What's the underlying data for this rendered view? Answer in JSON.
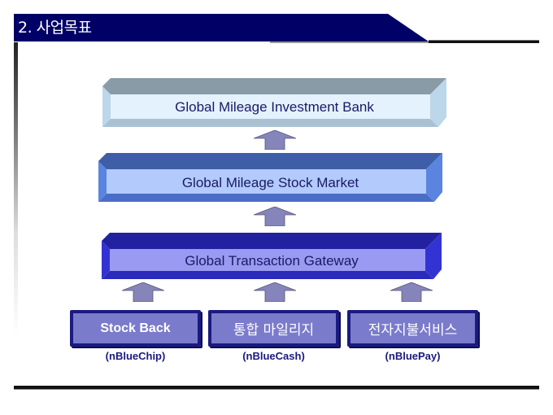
{
  "header": {
    "title": "2. 사업목표",
    "bar_color": "#000066"
  },
  "diagram": {
    "tiers": [
      {
        "label": "Global Mileage Investment Bank",
        "face": "#e3f2fd",
        "top": "#8a9ba8",
        "left": "#bcd6ea",
        "right": "#bcd6ea",
        "bottom": "#a9c1d3"
      },
      {
        "label": "Global Mileage Stock Market",
        "face": "#b3cafc",
        "top": "#3f5ea8",
        "left": "#5a84e0",
        "right": "#5a84e0",
        "bottom": "#4a6ec8"
      },
      {
        "label": "Global Transaction Gateway",
        "face": "#9a9af2",
        "top": "#2222a0",
        "left": "#3333d4",
        "right": "#3333d4",
        "bottom": "#2a2abb"
      }
    ],
    "arrow_color": "#8585bb",
    "services": [
      {
        "label": "Stock Back",
        "code": "(nBlueChip)"
      },
      {
        "label": "통합 마일리지",
        "code": "(nBlueCash)"
      },
      {
        "label": "전자지불서비스",
        "code": "(nBluePay)"
      }
    ]
  }
}
